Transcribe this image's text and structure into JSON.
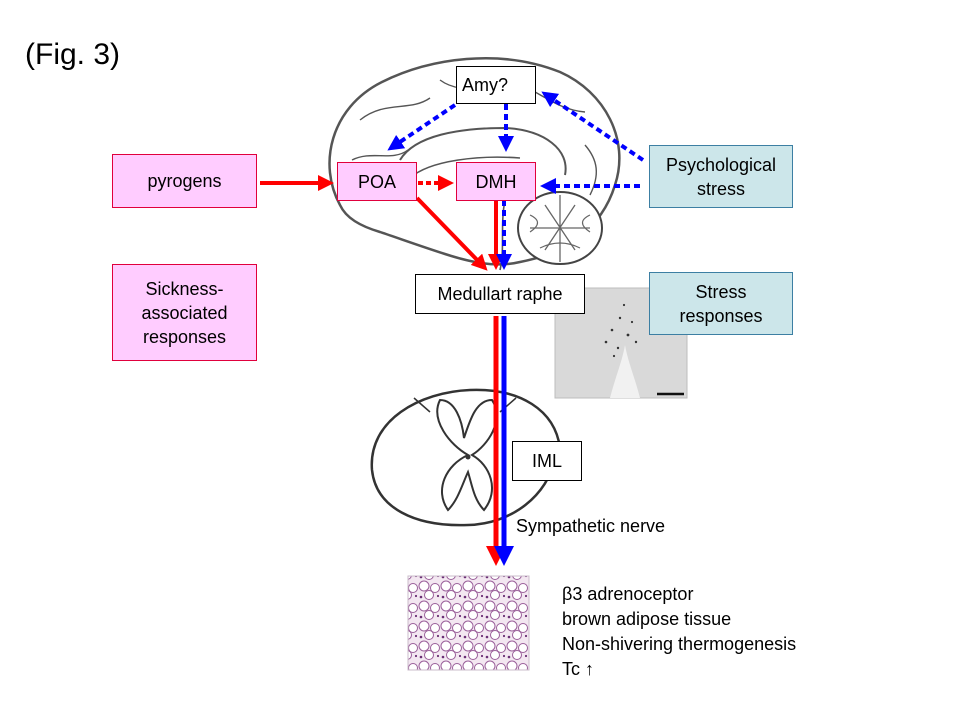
{
  "figure_label": "(Fig. 3)",
  "boxes": {
    "pyrogens": "pyrogens",
    "sickness": "Sickness-associated responses",
    "poa": "POA",
    "dmh": "DMH",
    "amy": "Amy?",
    "raphe": "Medullart raphe",
    "iml": "IML",
    "psych_stress": "Psychological stress",
    "stress_responses": "Stress responses"
  },
  "nerve_label": "Sympathetic nerve",
  "caption": [
    "β3 adrenoceptor",
    "brown adipose tissue",
    "Non-shivering thermogenesis",
    "Tc ↑"
  ],
  "colors": {
    "fever_pathway": "#ff0000",
    "stress_pathway": "#0000ff",
    "pink_fill": "#ffccff",
    "teal_fill": "#cce6ea"
  }
}
